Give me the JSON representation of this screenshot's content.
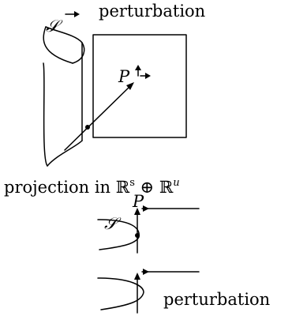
{
  "top": {
    "surface_label": "𝒮",
    "perturbation_label": "perturbation",
    "point_label": "P"
  },
  "projection": {
    "prefix": "projection in ",
    "R1": "ℝ",
    "s": "s",
    "oplus": " ⊕ ",
    "R2": "ℝ",
    "u": "u",
    "point_label": "P",
    "surface_label": "𝒮"
  },
  "bottom": {
    "perturbation_label": "perturbation"
  }
}
